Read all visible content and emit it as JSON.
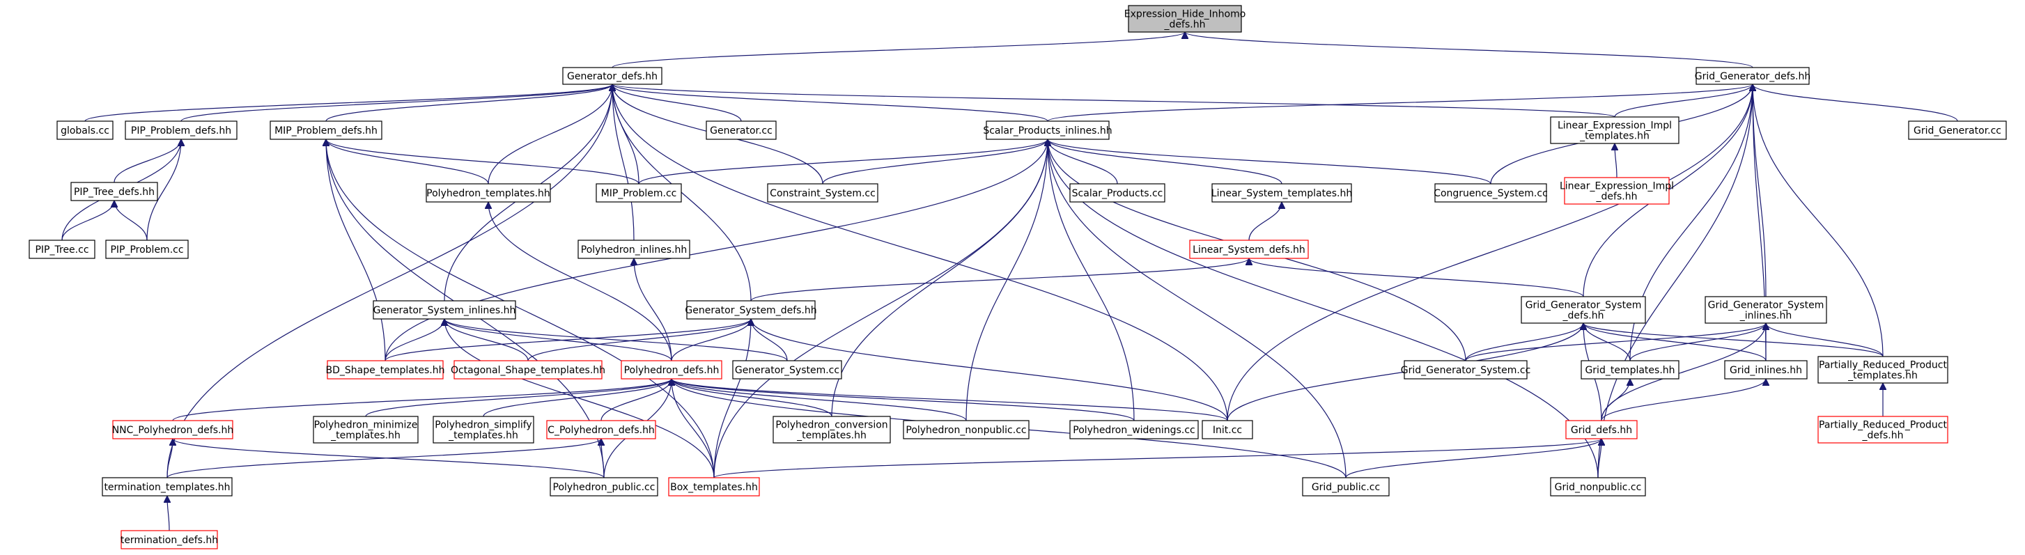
{
  "colors": {
    "edge": "#191970",
    "highlight_border": "#ff0000",
    "root_fill": "#bfbfbf"
  },
  "nodes": [
    {
      "id": "root",
      "lines": [
        "Expression_Hide_Inhomo",
        "_defs.hh"
      ],
      "style": "root"
    },
    {
      "id": "generator_defs",
      "lines": [
        "Generator_defs.hh"
      ],
      "style": "normal"
    },
    {
      "id": "grid_generator_defs",
      "lines": [
        "Grid_Generator_defs.hh"
      ],
      "style": "normal"
    },
    {
      "id": "globals_cc",
      "lines": [
        "globals.cc"
      ],
      "style": "normal"
    },
    {
      "id": "pip_problem_defs",
      "lines": [
        "PIP_Problem_defs.hh"
      ],
      "style": "normal"
    },
    {
      "id": "mip_problem_defs",
      "lines": [
        "MIP_Problem_defs.hh"
      ],
      "style": "normal"
    },
    {
      "id": "generator_cc",
      "lines": [
        "Generator.cc"
      ],
      "style": "normal"
    },
    {
      "id": "scalar_products_inlines",
      "lines": [
        "Scalar_Products_inlines.hh"
      ],
      "style": "normal"
    },
    {
      "id": "linear_expression_impl_templates",
      "lines": [
        "Linear_Expression_Impl",
        "_templates.hh"
      ],
      "style": "normal"
    },
    {
      "id": "grid_generator_cc",
      "lines": [
        "Grid_Generator.cc"
      ],
      "style": "normal"
    },
    {
      "id": "linear_expression_impl_defs",
      "lines": [
        "Linear_Expression_Impl",
        "_defs.hh"
      ],
      "style": "red"
    },
    {
      "id": "pip_tree_defs",
      "lines": [
        "PIP_Tree_defs.hh"
      ],
      "style": "normal"
    },
    {
      "id": "polyhedron_templates",
      "lines": [
        "Polyhedron_templates.hh"
      ],
      "style": "normal"
    },
    {
      "id": "mip_problem_cc",
      "lines": [
        "MIP_Problem.cc"
      ],
      "style": "normal"
    },
    {
      "id": "constraint_system_cc",
      "lines": [
        "Constraint_System.cc"
      ],
      "style": "normal"
    },
    {
      "id": "scalar_products_cc",
      "lines": [
        "Scalar_Products.cc"
      ],
      "style": "normal"
    },
    {
      "id": "linear_system_templates",
      "lines": [
        "Linear_System_templates.hh"
      ],
      "style": "normal"
    },
    {
      "id": "congruence_system_cc",
      "lines": [
        "Congruence_System.cc"
      ],
      "style": "normal"
    },
    {
      "id": "pip_tree_cc",
      "lines": [
        "PIP_Tree.cc"
      ],
      "style": "normal"
    },
    {
      "id": "pip_problem_cc",
      "lines": [
        "PIP_Problem.cc"
      ],
      "style": "normal"
    },
    {
      "id": "polyhedron_inlines",
      "lines": [
        "Polyhedron_inlines.hh"
      ],
      "style": "normal"
    },
    {
      "id": "linear_system_defs",
      "lines": [
        "Linear_System_defs.hh"
      ],
      "style": "red"
    },
    {
      "id": "generator_system_inlines",
      "lines": [
        "Generator_System_inlines.hh"
      ],
      "style": "normal"
    },
    {
      "id": "generator_system_defs",
      "lines": [
        "Generator_System_defs.hh"
      ],
      "style": "normal"
    },
    {
      "id": "grid_generator_system_defs",
      "lines": [
        "Grid_Generator_System",
        "_defs.hh"
      ],
      "style": "normal"
    },
    {
      "id": "grid_generator_system_inlines",
      "lines": [
        "Grid_Generator_System",
        "_inlines.hh"
      ],
      "style": "normal"
    },
    {
      "id": "bd_shape_templates",
      "lines": [
        "BD_Shape_templates.hh"
      ],
      "style": "red"
    },
    {
      "id": "octagonal_shape_templates",
      "lines": [
        "Octagonal_Shape_templates.hh"
      ],
      "style": "red"
    },
    {
      "id": "polyhedron_defs",
      "lines": [
        "Polyhedron_defs.hh"
      ],
      "style": "red"
    },
    {
      "id": "generator_system_cc",
      "lines": [
        "Generator_System.cc"
      ],
      "style": "normal"
    },
    {
      "id": "grid_generator_system_cc",
      "lines": [
        "Grid_Generator_System.cc"
      ],
      "style": "normal"
    },
    {
      "id": "grid_templates",
      "lines": [
        "Grid_templates.hh"
      ],
      "style": "normal"
    },
    {
      "id": "grid_inlines",
      "lines": [
        "Grid_inlines.hh"
      ],
      "style": "normal"
    },
    {
      "id": "prp_templates",
      "lines": [
        "Partially_Reduced_Product",
        "_templates.hh"
      ],
      "style": "normal"
    },
    {
      "id": "nnc_polyhedron_defs",
      "lines": [
        "NNC_Polyhedron_defs.hh"
      ],
      "style": "red"
    },
    {
      "id": "polyhedron_minimize_templates",
      "lines": [
        "Polyhedron_minimize",
        "_templates.hh"
      ],
      "style": "normal"
    },
    {
      "id": "polyhedron_simplify_templates",
      "lines": [
        "Polyhedron_simplify",
        "_templates.hh"
      ],
      "style": "normal"
    },
    {
      "id": "c_polyhedron_defs",
      "lines": [
        "C_Polyhedron_defs.hh"
      ],
      "style": "red"
    },
    {
      "id": "polyhedron_conversion_templates",
      "lines": [
        "Polyhedron_conversion",
        "_templates.hh"
      ],
      "style": "normal"
    },
    {
      "id": "polyhedron_nonpublic_cc",
      "lines": [
        "Polyhedron_nonpublic.cc"
      ],
      "style": "normal"
    },
    {
      "id": "polyhedron_widenings_cc",
      "lines": [
        "Polyhedron_widenings.cc"
      ],
      "style": "normal"
    },
    {
      "id": "init_cc",
      "lines": [
        "Init.cc"
      ],
      "style": "normal"
    },
    {
      "id": "grid_defs",
      "lines": [
        "Grid_defs.hh"
      ],
      "style": "red"
    },
    {
      "id": "prp_defs",
      "lines": [
        "Partially_Reduced_Product",
        "_defs.hh"
      ],
      "style": "red"
    },
    {
      "id": "termination_templates",
      "lines": [
        "termination_templates.hh"
      ],
      "style": "normal"
    },
    {
      "id": "polyhedron_public_cc",
      "lines": [
        "Polyhedron_public.cc"
      ],
      "style": "normal"
    },
    {
      "id": "box_templates",
      "lines": [
        "Box_templates.hh"
      ],
      "style": "red"
    },
    {
      "id": "grid_public_cc",
      "lines": [
        "Grid_public.cc"
      ],
      "style": "normal"
    },
    {
      "id": "grid_nonpublic_cc",
      "lines": [
        "Grid_nonpublic.cc"
      ],
      "style": "normal"
    },
    {
      "id": "termination_defs",
      "lines": [
        "termination_defs.hh"
      ],
      "style": "red"
    }
  ],
  "edges": [
    [
      "generator_defs",
      "root"
    ],
    [
      "grid_generator_defs",
      "root"
    ],
    [
      "globals_cc",
      "generator_defs"
    ],
    [
      "pip_problem_defs",
      "generator_defs"
    ],
    [
      "mip_problem_defs",
      "generator_defs"
    ],
    [
      "generator_cc",
      "generator_defs"
    ],
    [
      "scalar_products_inlines",
      "generator_defs"
    ],
    [
      "linear_expression_impl_templates",
      "generator_defs"
    ],
    [
      "polyhedron_templates",
      "generator_defs"
    ],
    [
      "mip_problem_cc",
      "generator_defs"
    ],
    [
      "constraint_system_cc",
      "generator_defs"
    ],
    [
      "polyhedron_inlines",
      "generator_defs"
    ],
    [
      "generator_system_inlines",
      "generator_defs"
    ],
    [
      "generator_system_defs",
      "generator_defs"
    ],
    [
      "init_cc",
      "generator_defs"
    ],
    [
      "termination_templates",
      "generator_defs"
    ],
    [
      "scalar_products_inlines",
      "grid_generator_defs"
    ],
    [
      "linear_expression_impl_templates",
      "grid_generator_defs"
    ],
    [
      "grid_generator_cc",
      "grid_generator_defs"
    ],
    [
      "congruence_system_cc",
      "grid_generator_defs"
    ],
    [
      "grid_generator_system_defs",
      "grid_generator_defs"
    ],
    [
      "grid_generator_system_inlines",
      "grid_generator_defs"
    ],
    [
      "init_cc",
      "grid_generator_defs"
    ],
    [
      "grid_templates",
      "grid_generator_defs"
    ],
    [
      "grid_inlines",
      "grid_generator_defs"
    ],
    [
      "prp_templates",
      "grid_generator_defs"
    ],
    [
      "grid_nonpublic_cc",
      "grid_generator_defs"
    ],
    [
      "linear_expression_impl_defs",
      "linear_expression_impl_templates"
    ],
    [
      "pip_tree_defs",
      "pip_problem_defs"
    ],
    [
      "pip_tree_cc",
      "pip_problem_defs"
    ],
    [
      "pip_problem_cc",
      "pip_problem_defs"
    ],
    [
      "pip_tree_cc",
      "pip_tree_defs"
    ],
    [
      "pip_problem_cc",
      "pip_tree_defs"
    ],
    [
      "polyhedron_templates",
      "mip_problem_defs"
    ],
    [
      "mip_problem_cc",
      "mip_problem_defs"
    ],
    [
      "bd_shape_templates",
      "mip_problem_defs"
    ],
    [
      "polyhedron_public_cc",
      "mip_problem_defs"
    ],
    [
      "box_templates",
      "mip_problem_defs"
    ],
    [
      "mip_problem_cc",
      "scalar_products_inlines"
    ],
    [
      "constraint_system_cc",
      "scalar_products_inlines"
    ],
    [
      "scalar_products_cc",
      "scalar_products_inlines"
    ],
    [
      "linear_system_templates",
      "scalar_products_inlines"
    ],
    [
      "congruence_system_cc",
      "scalar_products_inlines"
    ],
    [
      "bd_shape_templates",
      "scalar_products_inlines"
    ],
    [
      "polyhedron_conversion_templates",
      "scalar_products_inlines"
    ],
    [
      "polyhedron_nonpublic_cc",
      "scalar_products_inlines"
    ],
    [
      "polyhedron_widenings_cc",
      "scalar_products_inlines"
    ],
    [
      "box_templates",
      "scalar_products_inlines"
    ],
    [
      "grid_public_cc",
      "scalar_products_inlines"
    ],
    [
      "grid_nonpublic_cc",
      "scalar_products_inlines"
    ],
    [
      "grid_generator_system_cc",
      "scalar_products_inlines"
    ],
    [
      "linear_system_defs",
      "linear_system_templates"
    ],
    [
      "generator_system_defs",
      "linear_system_defs"
    ],
    [
      "grid_generator_system_defs",
      "linear_system_defs"
    ],
    [
      "polyhedron_defs",
      "polyhedron_templates"
    ],
    [
      "polyhedron_defs",
      "polyhedron_inlines"
    ],
    [
      "bd_shape_templates",
      "generator_system_inlines"
    ],
    [
      "octagonal_shape_templates",
      "generator_system_inlines"
    ],
    [
      "polyhedron_defs",
      "generator_system_inlines"
    ],
    [
      "generator_system_cc",
      "generator_system_inlines"
    ],
    [
      "box_templates",
      "generator_system_inlines"
    ],
    [
      "bd_shape_templates",
      "generator_system_defs"
    ],
    [
      "octagonal_shape_templates",
      "generator_system_defs"
    ],
    [
      "polyhedron_defs",
      "generator_system_defs"
    ],
    [
      "generator_system_cc",
      "generator_system_defs"
    ],
    [
      "init_cc",
      "generator_system_defs"
    ],
    [
      "box_templates",
      "generator_system_defs"
    ],
    [
      "grid_generator_system_cc",
      "grid_generator_system_defs"
    ],
    [
      "init_cc",
      "grid_generator_system_defs"
    ],
    [
      "grid_templates",
      "grid_generator_system_defs"
    ],
    [
      "grid_inlines",
      "grid_generator_system_defs"
    ],
    [
      "grid_defs",
      "grid_generator_system_defs"
    ],
    [
      "prp_templates",
      "grid_generator_system_defs"
    ],
    [
      "grid_generator_system_cc",
      "grid_generator_system_inlines"
    ],
    [
      "grid_templates",
      "grid_generator_system_inlines"
    ],
    [
      "grid_inlines",
      "grid_generator_system_inlines"
    ],
    [
      "grid_defs",
      "grid_generator_system_inlines"
    ],
    [
      "prp_templates",
      "grid_generator_system_inlines"
    ],
    [
      "nnc_polyhedron_defs",
      "polyhedron_defs"
    ],
    [
      "polyhedron_minimize_templates",
      "polyhedron_defs"
    ],
    [
      "polyhedron_simplify_templates",
      "polyhedron_defs"
    ],
    [
      "c_polyhedron_defs",
      "polyhedron_defs"
    ],
    [
      "polyhedron_conversion_templates",
      "polyhedron_defs"
    ],
    [
      "polyhedron_nonpublic_cc",
      "polyhedron_defs"
    ],
    [
      "polyhedron_widenings_cc",
      "polyhedron_defs"
    ],
    [
      "init_cc",
      "polyhedron_defs"
    ],
    [
      "polyhedron_public_cc",
      "polyhedron_defs"
    ],
    [
      "box_templates",
      "polyhedron_defs"
    ],
    [
      "grid_public_cc",
      "polyhedron_defs"
    ],
    [
      "grid_defs",
      "grid_templates"
    ],
    [
      "grid_defs",
      "grid_inlines"
    ],
    [
      "prp_defs",
      "prp_templates"
    ],
    [
      "termination_templates",
      "nnc_polyhedron_defs"
    ],
    [
      "polyhedron_public_cc",
      "nnc_polyhedron_defs"
    ],
    [
      "termination_templates",
      "c_polyhedron_defs"
    ],
    [
      "polyhedron_public_cc",
      "c_polyhedron_defs"
    ],
    [
      "box_templates",
      "grid_defs"
    ],
    [
      "grid_public_cc",
      "grid_defs"
    ],
    [
      "grid_nonpublic_cc",
      "grid_defs"
    ],
    [
      "termination_defs",
      "termination_templates"
    ]
  ]
}
